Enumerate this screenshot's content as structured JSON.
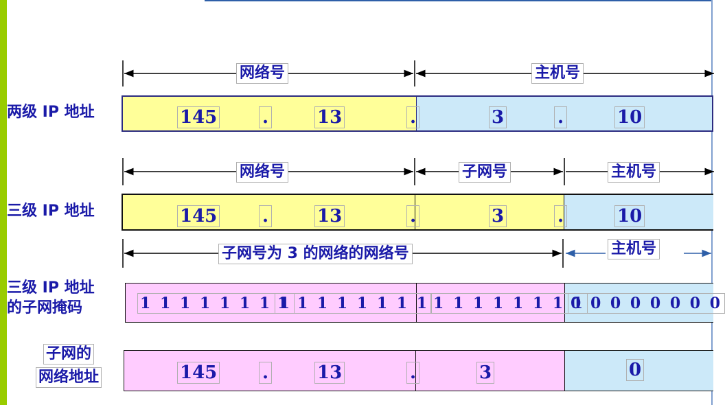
{
  "labels": {
    "two_level": "两级 IP 地址",
    "three_level": "三级 IP 地址",
    "mask_line1": "三级 IP 地址",
    "mask_line2": "的子网掩码",
    "subnet_line1": "子网的",
    "subnet_line2": "网络地址"
  },
  "tags": {
    "network": "网络号",
    "host": "主机号",
    "subnet": "子网号",
    "subnet3_network": "子网号为 3 的网络的网络号"
  },
  "two_level": {
    "octets": [
      "145",
      "13",
      "3",
      "10"
    ],
    "dot": "."
  },
  "three_level": {
    "octets": [
      "145",
      "13",
      "3",
      "10"
    ],
    "dot": "."
  },
  "mask": {
    "bits": [
      "1 1 1 1 1 1 1 1",
      "1 1 1 1 1 1 1 1",
      "1 1 1 1 1 1 1 1",
      "0 0 0 0 0 0 0 0"
    ]
  },
  "subnet_address": {
    "octets": [
      "145",
      "13",
      "3",
      "0"
    ],
    "dot": "."
  },
  "colors": {
    "network_fill": "#ffff99",
    "host_fill": "#cce9f9",
    "mask_fill": "#ffccff",
    "text": "#1a1aa8",
    "accent_bar": "#99cc00"
  }
}
